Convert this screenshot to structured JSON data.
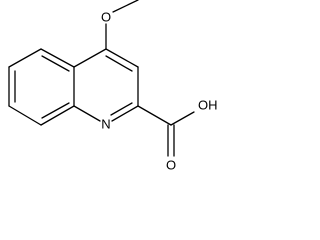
{
  "molecule": {
    "atoms": {
      "n1": "N",
      "o_methoxy": "O",
      "o_carbonyl": "O",
      "oh": "OH"
    }
  }
}
